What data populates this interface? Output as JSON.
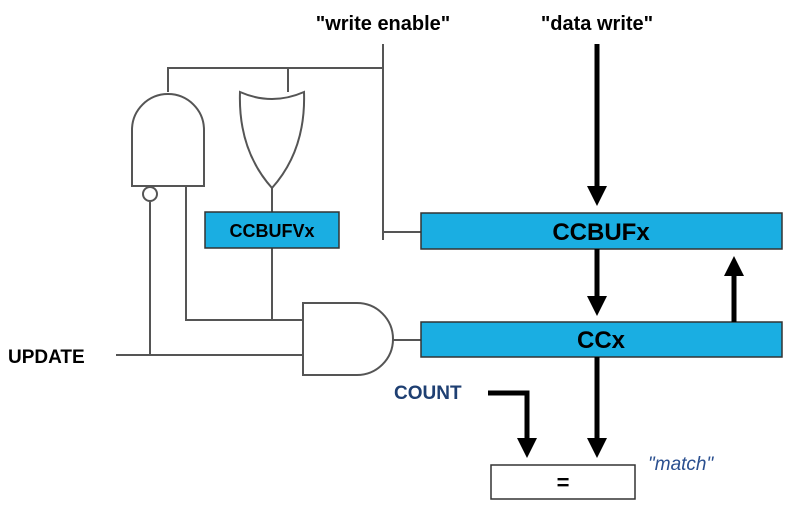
{
  "labels": {
    "write_enable": "\"write enable\"",
    "data_write": "\"data write\"",
    "update": "UPDATE",
    "count": "COUNT",
    "match": "\"match\""
  },
  "registers": {
    "ccbufvx": "CCBUFVx",
    "ccbufx": "CCBUFx",
    "ccx": "CCx",
    "comparator": "="
  },
  "colors": {
    "register_fill": "#1aaee2",
    "count_text": "#1e3f72",
    "match_text": "#2a4f8f"
  }
}
